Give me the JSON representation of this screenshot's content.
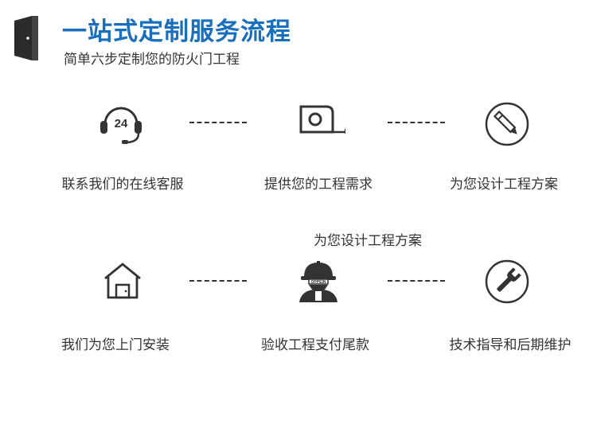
{
  "header": {
    "title": "一站式定制服务流程",
    "subtitle": "简单六步定制您的防火门工程"
  },
  "steps": [
    {
      "label": "联系我们的在线客服",
      "icon": "headset-24-icon",
      "icon_text": "24"
    },
    {
      "label": "提供您的工程需求",
      "icon": "tape-measure-icon"
    },
    {
      "label": "为您设计工程方案",
      "icon": "pencil-icon"
    },
    {
      "label": "我们为您上门安装",
      "icon": "house-icon"
    },
    {
      "label": "验收工程支付尾款",
      "icon": "worker-icon",
      "icon_text": "OPPEIN",
      "caption": "为您设计工程方案"
    },
    {
      "label": "技术指导和后期维护",
      "icon": "wrench-icon"
    }
  ]
}
